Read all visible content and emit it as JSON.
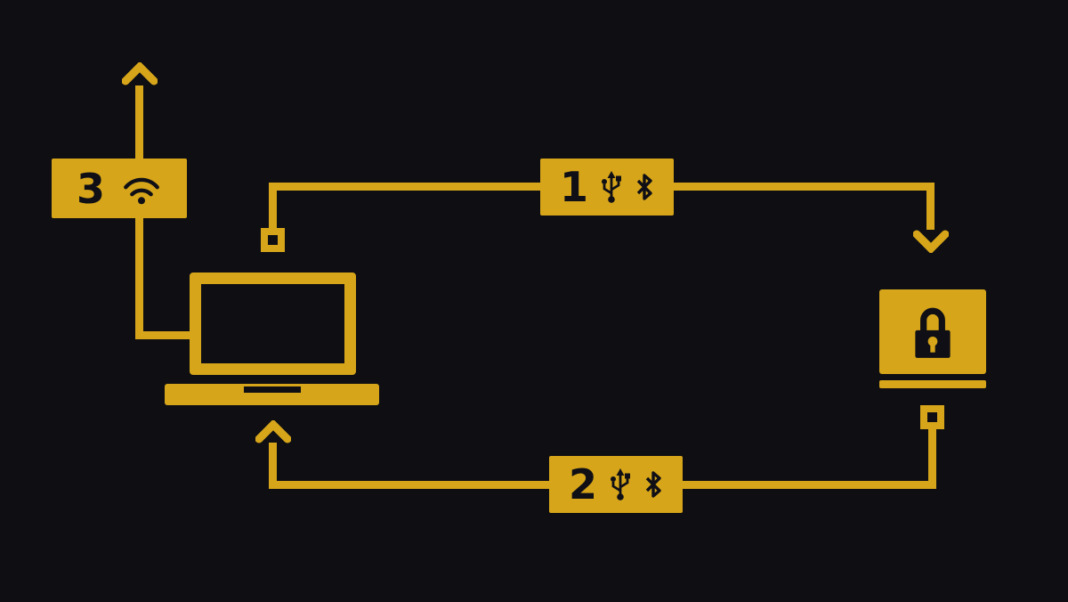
{
  "diagram": {
    "title": "laptop-to-secure-device connection options",
    "boxes": {
      "wifi": {
        "label": "3",
        "icons": [
          "wifi-icon"
        ]
      },
      "link_top": {
        "label": "1",
        "icons": [
          "usb-icon",
          "bluetooth-icon"
        ]
      },
      "link_bottom": {
        "label": "2",
        "icons": [
          "usb-icon",
          "bluetooth-icon"
        ]
      }
    },
    "nodes": {
      "laptop": "laptop-icon",
      "secure_device": "lock-icon"
    },
    "arrows": [
      "up-arrow-wifi",
      "down-arrow-to-device",
      "up-arrow-to-laptop"
    ]
  },
  "colors": {
    "bg": "#0e0e13",
    "accent": "#d6a51a",
    "dark": "#0f0f15"
  }
}
